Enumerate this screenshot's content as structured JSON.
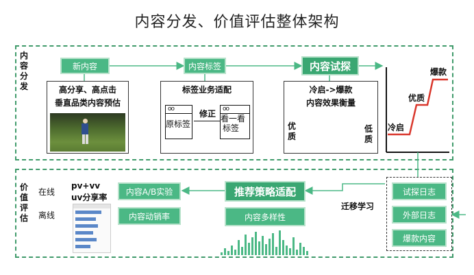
{
  "title": "内容分发、价值评估整体架构",
  "distribution": {
    "side_label": [
      "内",
      "容",
      "分",
      "发"
    ],
    "new_content": "新内容",
    "content_tag": "内容标签",
    "content_probe": "内容试探",
    "card1": {
      "line1": "高分享、高点击",
      "line2": "垂直品类内容预估"
    },
    "card2": {
      "title": "标签业务适配",
      "fix": "修正",
      "dots": "oo",
      "box1": "原标签",
      "box2_line1": "看一看",
      "box2_line2": "标签"
    },
    "card3": {
      "title": "冷启->爆款",
      "subtitle": "内容效果衡量",
      "left": [
        "优",
        "质"
      ],
      "right": [
        "低",
        "质"
      ]
    },
    "stairs": {
      "cold": "冷启",
      "quality": "优质",
      "hit": "爆款"
    }
  },
  "evaluation": {
    "side_label": [
      "价",
      "值",
      "评",
      "估"
    ],
    "online": "在线",
    "offline": "离线",
    "metric_line1": "pv+vv",
    "metric_line2": "uv分享率",
    "ab_test": "内容A/B实验",
    "sales_rate": "内容动销率",
    "strategy": "推荐策略适配",
    "diversity": "内容多样性",
    "transfer": "迁移学习",
    "logs": [
      "试探日志",
      "外部日志",
      "爆款内容"
    ]
  },
  "colors": {
    "green": "#4bb885",
    "dash": "#3f9a6a",
    "stair_red": "#d9362b"
  }
}
